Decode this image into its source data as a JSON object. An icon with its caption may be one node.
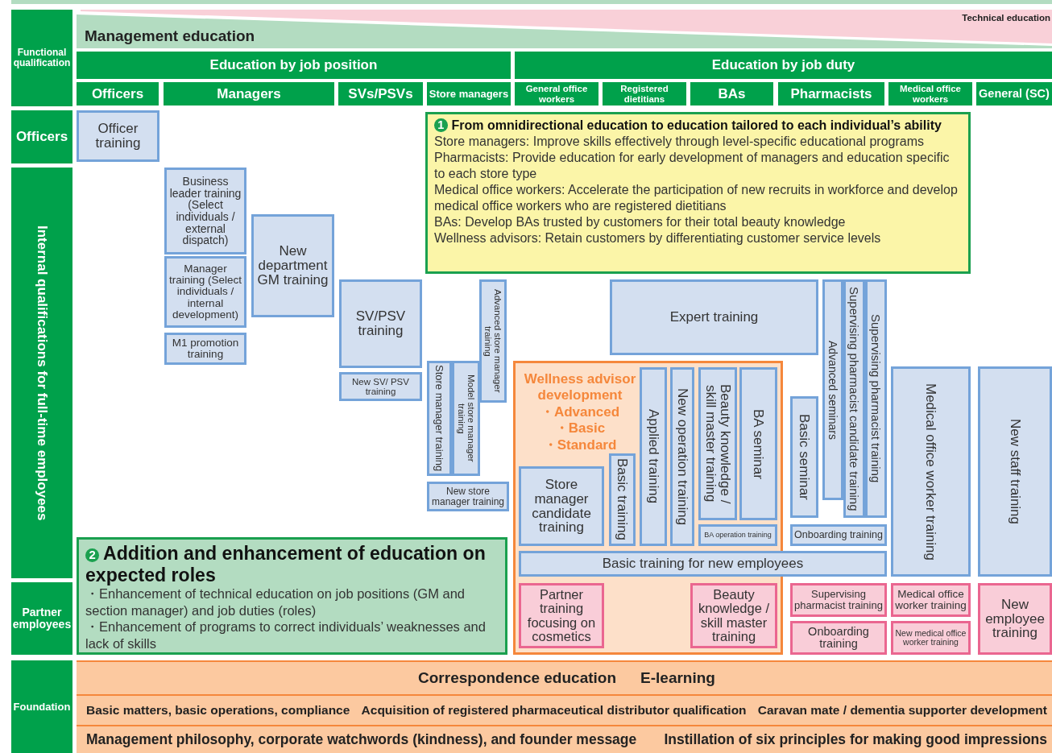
{
  "diagram": {
    "nodes": [
      {
        "text": [
          "Functional qualification"
        ]
      },
      {
        "text": [
          "Technical education"
        ]
      },
      {
        "text": [
          "Management education"
        ]
      },
      {
        "text": [
          "Education by job position"
        ]
      },
      {
        "text": [
          "Education by job duty"
        ]
      },
      {
        "text": [
          "Officers"
        ]
      },
      {
        "text": [
          "Managers"
        ]
      },
      {
        "text": [
          "SVs/PSVs"
        ]
      },
      {
        "text": [
          "Store managers"
        ]
      },
      {
        "text": [
          "General office workers"
        ]
      },
      {
        "text": [
          "Registered dietitians"
        ]
      },
      {
        "text": [
          "BAs"
        ]
      },
      {
        "text": [
          "Pharmacists"
        ]
      },
      {
        "text": [
          "Medical office workers"
        ]
      },
      {
        "text": [
          "General (SC)"
        ]
      },
      {
        "text": [
          "Officers"
        ]
      },
      {
        "text": [
          "Officer training"
        ]
      },
      {
        "text": [
          "1",
          "From omnidirectional education to education tailored to each individual’s ability",
          "Store managers: Improve skills effectively through level-specific educational programs",
          "Pharmacists: Provide education for early development of managers and education specific to each store type",
          "Medical office workers: Accelerate the participation of new recruits in workforce and develop medical office workers who are registered dietitians",
          "BAs: Develop BAs trusted by customers for their total beauty knowledge",
          "Wellness advisors: Retain customers by differentiating customer service levels"
        ]
      },
      {
        "text": [
          "Internal qualifications for full-time employees"
        ]
      },
      {
        "text": [
          "Business leader training (Select individuals / external dispatch)"
        ]
      },
      {
        "text": [
          "Manager training (Select individuals / internal development)"
        ]
      },
      {
        "text": [
          "New department GM training"
        ]
      },
      {
        "text": [
          "M1 promotion training"
        ]
      },
      {
        "text": [
          "SV/PSV training"
        ]
      },
      {
        "text": [
          "Advanced store manager training"
        ]
      },
      {
        "text": [
          "Expert training"
        ]
      },
      {
        "text": [
          "Advanced seminars"
        ]
      },
      {
        "text": [
          "Supervising pharmacist candidate training"
        ]
      },
      {
        "text": [
          "Supervising pharmacist training"
        ]
      },
      {
        "text": [
          "Wellness advisor development",
          "・Advanced",
          "・Basic",
          "・Standard"
        ]
      },
      {
        "text": [
          "Store manager training"
        ]
      },
      {
        "text": [
          "Model store manager training"
        ]
      },
      {
        "text": [
          "New SV/ PSV training"
        ]
      },
      {
        "text": [
          "Applied training"
        ],
        "in": 29
      },
      {
        "text": [
          "New operation training"
        ],
        "in": 29
      },
      {
        "text": [
          "Beauty knowledge / skill master training"
        ],
        "in": 29
      },
      {
        "text": [
          "BA seminar"
        ],
        "in": 29
      },
      {
        "text": [
          "Medical office worker training"
        ]
      },
      {
        "text": [
          "New staff training"
        ]
      },
      {
        "text": [
          "Basic seminar"
        ]
      },
      {
        "text": [
          "Basic training"
        ],
        "in": 29
      },
      {
        "text": [
          "Store manager candidate training"
        ],
        "in": 29
      },
      {
        "text": [
          "New store manager training"
        ]
      },
      {
        "text": [
          "BA operation training"
        ],
        "in": 29
      },
      {
        "text": [
          "Onboarding training"
        ]
      },
      {
        "text": [
          "2",
          "Addition and enhancement of education on expected roles",
          "・Enhancement of technical education on job positions (GM and section manager) and job duties (roles)",
          "・Enhancement of programs to correct individuals’ weaknesses and lack of skills"
        ]
      },
      {
        "text": [
          "Basic training for new employees"
        ]
      },
      {
        "text": [
          "Partner employees"
        ]
      },
      {
        "text": [
          "Partner training focusing on cosmetics"
        ],
        "in": 29
      },
      {
        "text": [
          "Beauty knowledge / skill master training"
        ],
        "in": 29
      },
      {
        "text": [
          "Supervising pharmacist training"
        ]
      },
      {
        "text": [
          "Medical office worker training"
        ]
      },
      {
        "text": [
          "New employee training"
        ]
      },
      {
        "text": [
          "Onboarding training"
        ]
      },
      {
        "text": [
          "New medical office worker training"
        ]
      },
      {
        "text": [
          "Foundation"
        ]
      },
      {
        "text": [
          "Correspondence education",
          "E-learning"
        ]
      },
      {
        "text": [
          "Basic matters, basic operations, compliance",
          "Acquisition of registered pharmaceutical distributor qualification",
          "Caravan mate / dementia supporter development"
        ]
      },
      {
        "text": [
          "Management philosophy, corporate watchwords (kindness), and founder message",
          "Instillation of six principles for making good impressions"
        ]
      }
    ]
  }
}
